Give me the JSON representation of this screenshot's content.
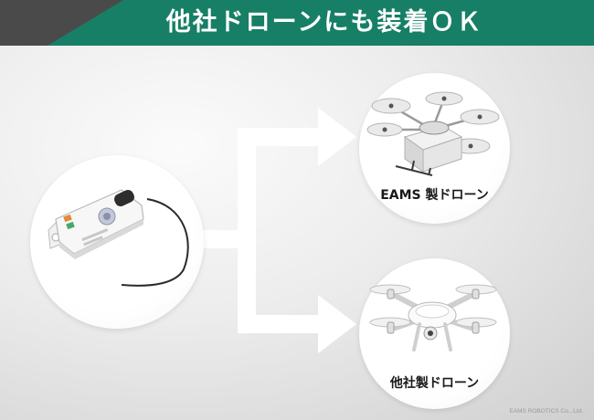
{
  "banner": {
    "title": "他社ドローンにも装着ＯＫ",
    "color_dark": "#4a4a4a",
    "color_green": "#177f66"
  },
  "device": {
    "icon": "sensor-device-icon"
  },
  "targets": [
    {
      "label": "EAMS 製ドローン",
      "icon": "hexacopter-drone-icon"
    },
    {
      "label": "他社製ドローン",
      "icon": "quadcopter-drone-icon"
    }
  ],
  "arrow_color": "#ffffff",
  "copyright": "EAMS ROBOTICS Co., Ltd."
}
